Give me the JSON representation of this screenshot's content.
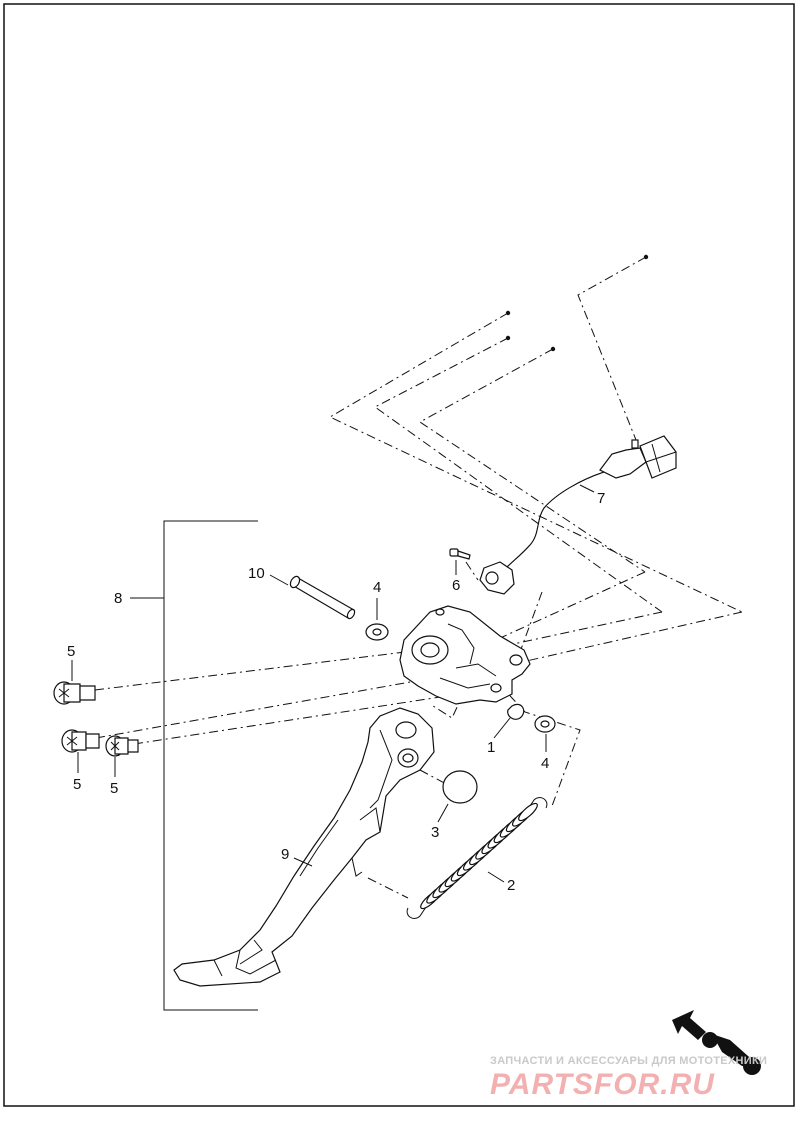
{
  "diagram": {
    "callouts": [
      {
        "id": "c1",
        "label": "1"
      },
      {
        "id": "c2",
        "label": "2"
      },
      {
        "id": "c3",
        "label": "3"
      },
      {
        "id": "c4a",
        "label": "4"
      },
      {
        "id": "c4b",
        "label": "4"
      },
      {
        "id": "c5a",
        "label": "5"
      },
      {
        "id": "c5b",
        "label": "5"
      },
      {
        "id": "c5c",
        "label": "5"
      },
      {
        "id": "c6",
        "label": "6"
      },
      {
        "id": "c7",
        "label": "7"
      },
      {
        "id": "c8",
        "label": "8"
      },
      {
        "id": "c9",
        "label": "9"
      },
      {
        "id": "c10",
        "label": "10"
      }
    ]
  },
  "watermark": {
    "tagline": "ЗАПЧАСТИ И АКСЕССУАРЫ ДЛЯ МОТОТЕХНИКИ",
    "brand": "PARTSFOR.RU"
  },
  "colors": {
    "line": "#111111",
    "watermark_brand": "#f3b0b0",
    "watermark_tagline": "#c9c9c9"
  }
}
